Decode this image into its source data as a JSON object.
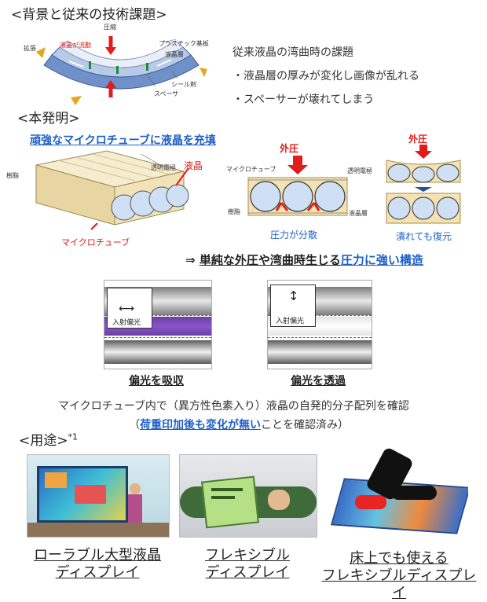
{
  "background_section": {
    "heading": "<背景と従来の技術課題>",
    "labels": {
      "pressure": "圧縮",
      "expansion": "拡張",
      "lc_flow": "液晶が流動",
      "plastic_substrate": "プラスチック基板",
      "lc_layer": "液晶層",
      "sealant": "シール剤",
      "spacer": "スペーサ"
    },
    "issues_title": "従来液晶の湾曲時の課題",
    "issues": [
      "・液晶層の厚みが変化し画像が乱れる",
      "・スペーサーが壊れてしまう"
    ]
  },
  "invention_section": {
    "heading": "<本発明>",
    "tagline": "頑強なマイクロチューブに液晶を充填",
    "left_labels": {
      "resin": "樹脂",
      "transparent_electrode": "透明電極",
      "liquid_crystal": "液晶",
      "microtube": "マイクロチューブ"
    },
    "middle_labels": {
      "external_pressure": "外圧",
      "microtube": "マイクロチューブ",
      "transparent_electrode": "透明電極",
      "resin": "樹脂",
      "lc_layer": "液晶層",
      "caption": "圧力が分散"
    },
    "right_labels": {
      "external_pressure": "外圧",
      "caption": "潰れても復元"
    },
    "conclusion_arrow": "⇒",
    "conclusion_plain": "単純な外圧や湾曲時生じる",
    "conclusion_highlight": "圧力に強い構造"
  },
  "polarization": {
    "left_box_label": "入射偏光",
    "left_caption": "偏光を吸収",
    "right_box_label": "入射偏光",
    "right_caption": "偏光を透過",
    "note_line1": "マイクロチューブ内で（異方性色素入り）液晶の自発的分子配列を確認",
    "note_open": "（",
    "note_highlight": "荷重印加後も変化が無い",
    "note_rest": "ことを確認済み）"
  },
  "applications": {
    "heading": "<用途>",
    "footnote": "*1",
    "items": [
      {
        "line1": "ローラブル大型液晶",
        "line2": "ディスプレイ"
      },
      {
        "line1": "フレキシブル",
        "line2": "ディスプレイ"
      },
      {
        "line1": "床上でも使える",
        "line2": "フレキシブルディスプレイ"
      }
    ]
  },
  "colors": {
    "blue": "#1f5fc9",
    "red": "#e21b1b",
    "tube_fill": "#cfe0f5",
    "resin_fill": "#f3e2b3",
    "purple_bar": "#8a55c8"
  }
}
